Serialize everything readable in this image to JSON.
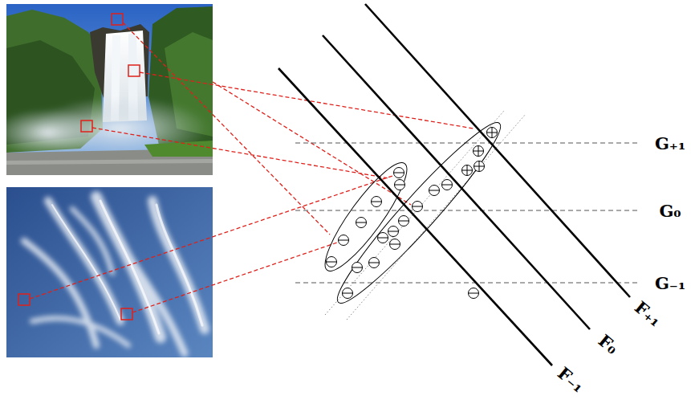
{
  "diagram": {
    "labels": [
      "G₊₁",
      "G₀",
      "G₋₁",
      "F₋₁",
      "F₀",
      "F₊₁"
    ]
  }
}
